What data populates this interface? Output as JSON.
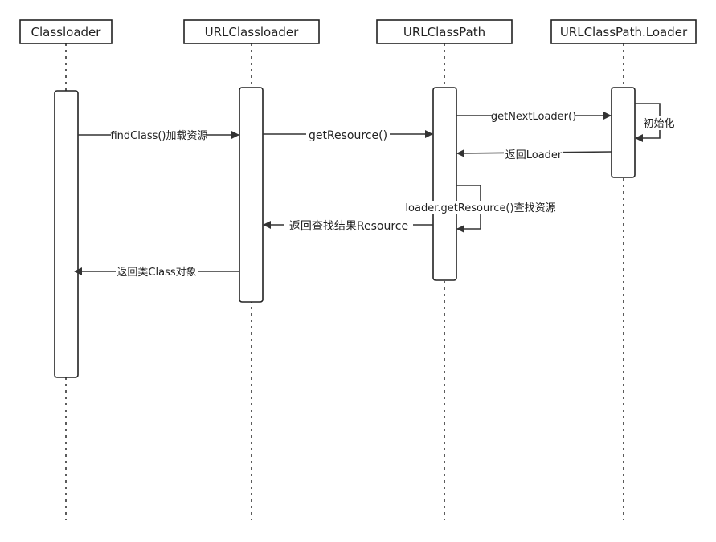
{
  "lifelines": [
    {
      "id": "classloader",
      "title": "Classloader"
    },
    {
      "id": "urlclassloader",
      "title": "URLClassloader"
    },
    {
      "id": "urlclasspath",
      "title": "URLClassPath"
    },
    {
      "id": "loader",
      "title": "URLClassPath.Loader"
    }
  ],
  "messages": [
    {
      "id": "findclass",
      "label": "findClass()加载资源"
    },
    {
      "id": "getresource",
      "label": "getResource()"
    },
    {
      "id": "getnextloader",
      "label": "getNextLoader()"
    },
    {
      "id": "init",
      "label": "初始化"
    },
    {
      "id": "return-loader",
      "label": "返回Loader"
    },
    {
      "id": "loader-getresource",
      "label": "loader.getResource()查找资源"
    },
    {
      "id": "return-resource",
      "label": "返回查找结果Resource"
    },
    {
      "id": "return-class",
      "label": "返回类Class对象"
    }
  ],
  "colors": {
    "stroke": "#222222",
    "background": "#ffffff"
  }
}
